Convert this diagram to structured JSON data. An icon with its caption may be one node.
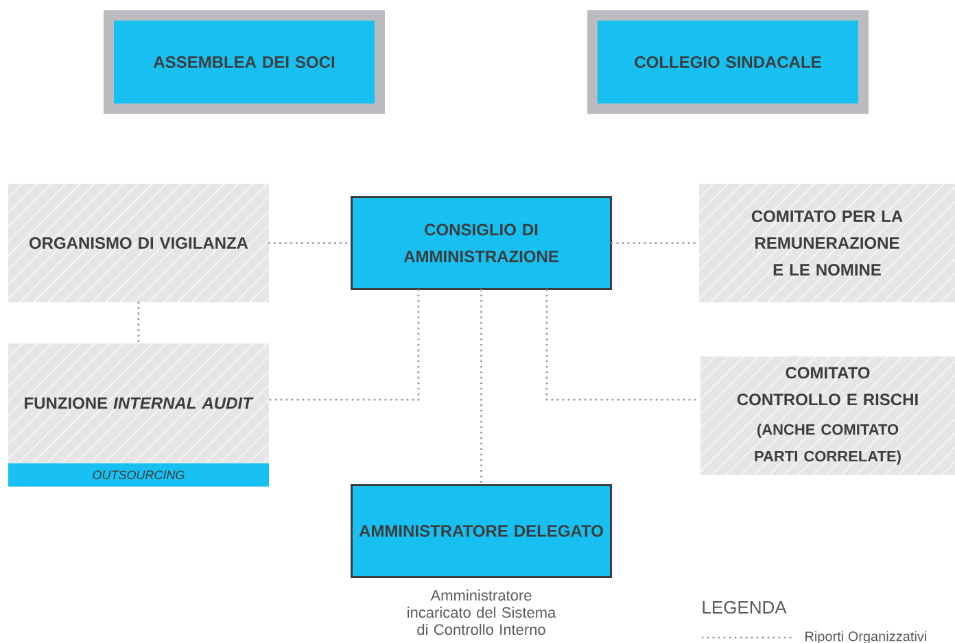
{
  "diagram": {
    "nodes": [
      {
        "text": [
          "ASSEMBLEA DEI SOCI"
        ]
      },
      {
        "text": [
          "COLLEGIO SINDACALE"
        ]
      },
      {
        "text": [
          "CONSIGLIO DI AMMINISTRAZIONE"
        ]
      },
      {
        "text": [
          "ORGANISMO DI VIGILANZA"
        ]
      },
      {
        "text": [
          "COMITATO PER LA REMUNERAZIONE E LE NOMINE"
        ]
      },
      {
        "text": [
          "FUNZIONE *INTERNAL AUDIT*",
          "OUTSOURCING"
        ]
      },
      {
        "text": [
          "COMITATO CONTROLLO E RISCHI",
          "(ANCHE COMITATO PARTI CORRELATE)"
        ]
      },
      {
        "text": [
          "AMMINISTRATORE DELEGATO"
        ],
        "beside": [
          "Amministratore incaricato del Sistema di Controllo Interno"
        ]
      }
    ],
    "edges": [
      {
        "from": 3,
        "to": 2,
        "arrow": "none"
      },
      {
        "from": 2,
        "to": 4,
        "arrow": "none"
      },
      {
        "from": 3,
        "to": 5,
        "arrow": "none"
      },
      {
        "from": 2,
        "to": 5,
        "arrow": "none"
      },
      {
        "from": 2,
        "to": 7,
        "arrow": "none"
      },
      {
        "from": 2,
        "to": 6,
        "arrow": "none"
      }
    ],
    "labels": [
      "LEGENDA"
    ],
    "legend": [
      {
        "text": "Riporti Organizzativi"
      }
    ]
  }
}
